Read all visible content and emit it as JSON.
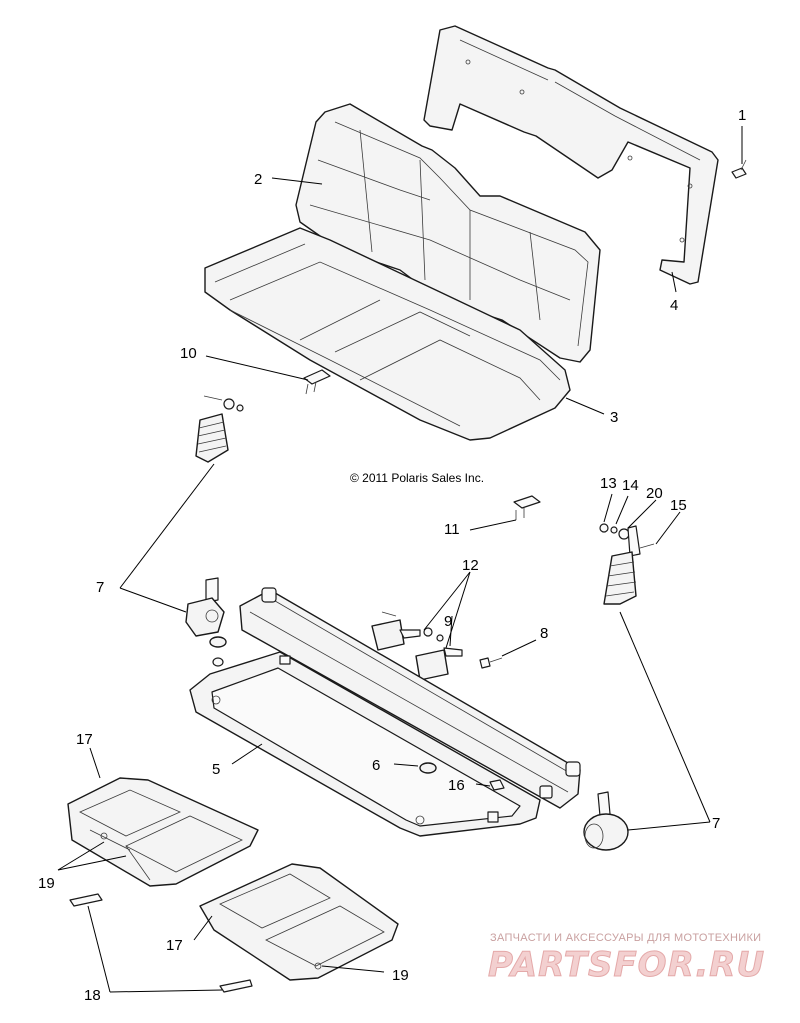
{
  "copyright": "© 2011 Polaris Sales Inc.",
  "watermark": {
    "subtitle": "ЗАПЧАСТИ И АКСЕССУАРЫ ДЛЯ МОТОТЕХНИКИ",
    "logo_text": "PARTSFOR.RU"
  },
  "callouts": {
    "c1": "1",
    "c2": "2",
    "c3": "3",
    "c4": "4",
    "c5": "5",
    "c6": "6",
    "c7a": "7",
    "c7b": "7",
    "c8": "8",
    "c9": "9",
    "c10": "10",
    "c11": "11",
    "c12": "12",
    "c13": "13",
    "c14": "14",
    "c15": "15",
    "c16": "16",
    "c17a": "17",
    "c17b": "17",
    "c18": "18",
    "c19a": "19",
    "c19b": "19",
    "c20": "20"
  },
  "colors": {
    "line": "#1a1a1a",
    "part_fill": "#f4f4f4",
    "watermark": "#e4a9a9"
  }
}
